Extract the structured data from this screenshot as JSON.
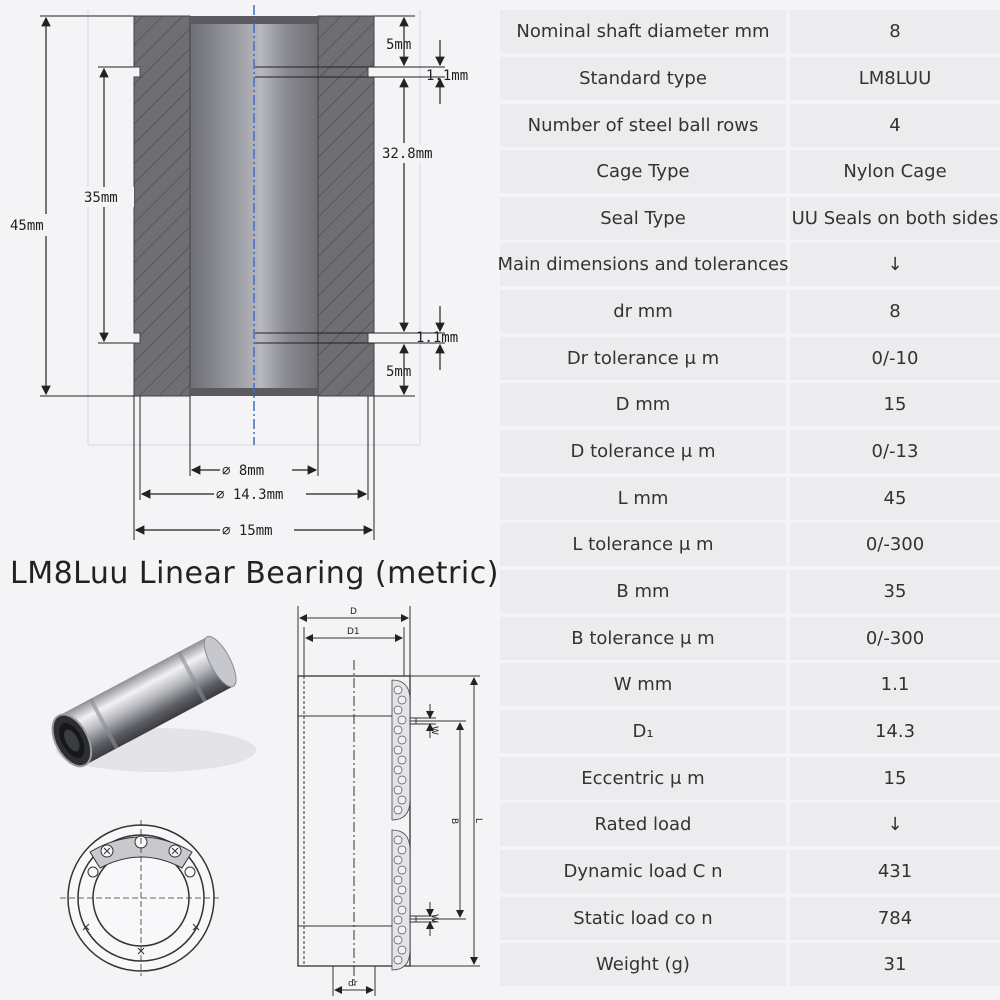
{
  "title": "LM8Luu Linear Bearing (metric)",
  "dimensions": {
    "d5_top": "5mm",
    "d11_top": "1.1mm",
    "d328": "32.8mm",
    "d35": "35mm",
    "d45": "45mm",
    "d11_bottom": "1.1mm",
    "d5_bottom": "5mm",
    "phi8": "⌀ 8mm",
    "phi143": "⌀ 14.3mm",
    "phi15": "⌀ 15mm"
  },
  "drawing_labels": {
    "D": "D",
    "D1": "D1",
    "W_top": "W",
    "W_bottom": "W",
    "B": "B",
    "L": "L",
    "dr": "dr"
  },
  "specs": [
    {
      "label": "Nominal shaft diameter mm",
      "value": "8"
    },
    {
      "label": "Standard type",
      "value": "LM8LUU"
    },
    {
      "label": "Number of steel ball rows",
      "value": "4"
    },
    {
      "label": "Cage Type",
      "value": "Nylon Cage"
    },
    {
      "label": "Seal Type",
      "value": "UU Seals on both sides"
    },
    {
      "label": "Main dimensions and tolerances",
      "value": "↓"
    },
    {
      "label": "dr mm",
      "value": "8"
    },
    {
      "label": "Dr tolerance μ m",
      "value": "0/-10"
    },
    {
      "label": "D mm",
      "value": "15"
    },
    {
      "label": "D tolerance μ m",
      "value": "0/-13"
    },
    {
      "label": "L mm",
      "value": "45"
    },
    {
      "label": "L tolerance μ m",
      "value": "0/-300"
    },
    {
      "label": "B mm",
      "value": "35"
    },
    {
      "label": "B tolerance μ m",
      "value": "0/-300"
    },
    {
      "label": "W mm",
      "value": "1.1"
    },
    {
      "label": "D₁",
      "value": "14.3"
    },
    {
      "label": "Eccentric μ m",
      "value": "15"
    },
    {
      "label": "Rated load",
      "value": "↓"
    },
    {
      "label": "Dynamic load C n",
      "value": "431"
    },
    {
      "label": "Static load co n",
      "value": "784"
    },
    {
      "label": "Weight (g)",
      "value": "31"
    }
  ],
  "colors": {
    "background": "#f4f4f6",
    "cell": "#ececef",
    "steel": "#6b6b70",
    "bore": "#7d7d85",
    "axis": "#3a6fc4"
  }
}
